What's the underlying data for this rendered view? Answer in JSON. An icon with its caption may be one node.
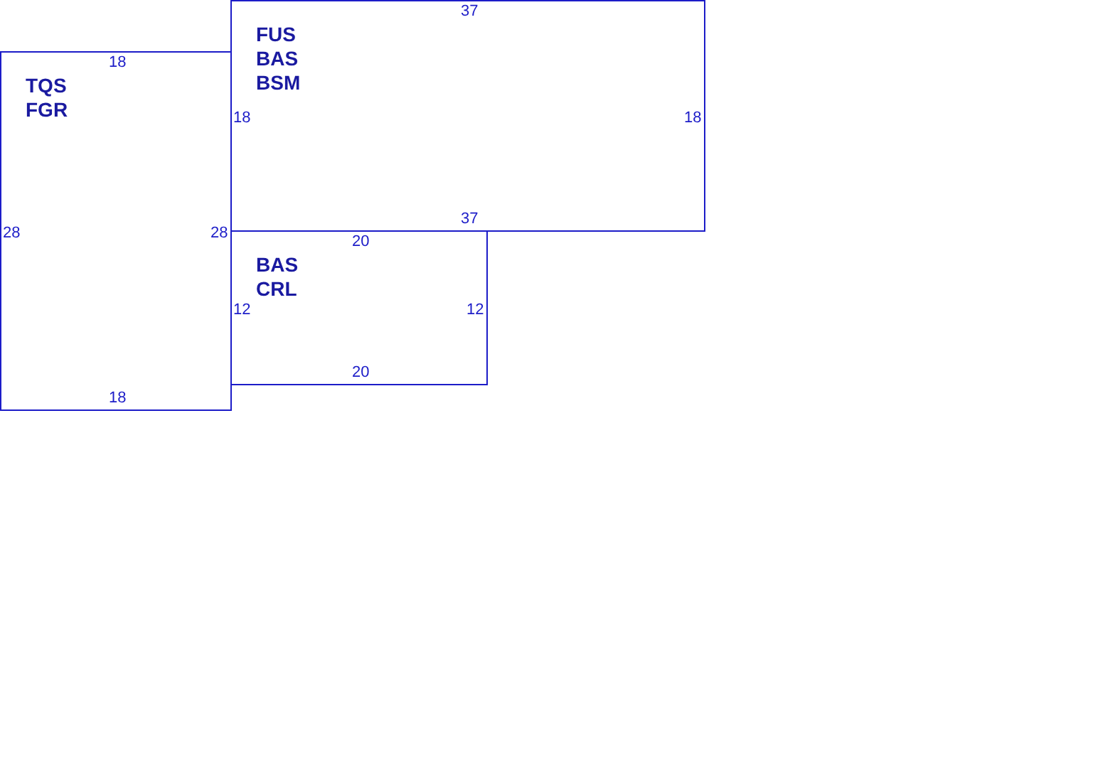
{
  "diagram": {
    "nodes": [
      {
        "text": [
          "18",
          "TQS FGR",
          "28",
          "28",
          "18"
        ]
      },
      {
        "text": [
          "37",
          "FUS BAS BSM",
          "18",
          "18",
          "37"
        ]
      },
      {
        "text": [
          "20",
          "BAS CRL",
          "12",
          "12",
          "20"
        ]
      }
    ]
  }
}
